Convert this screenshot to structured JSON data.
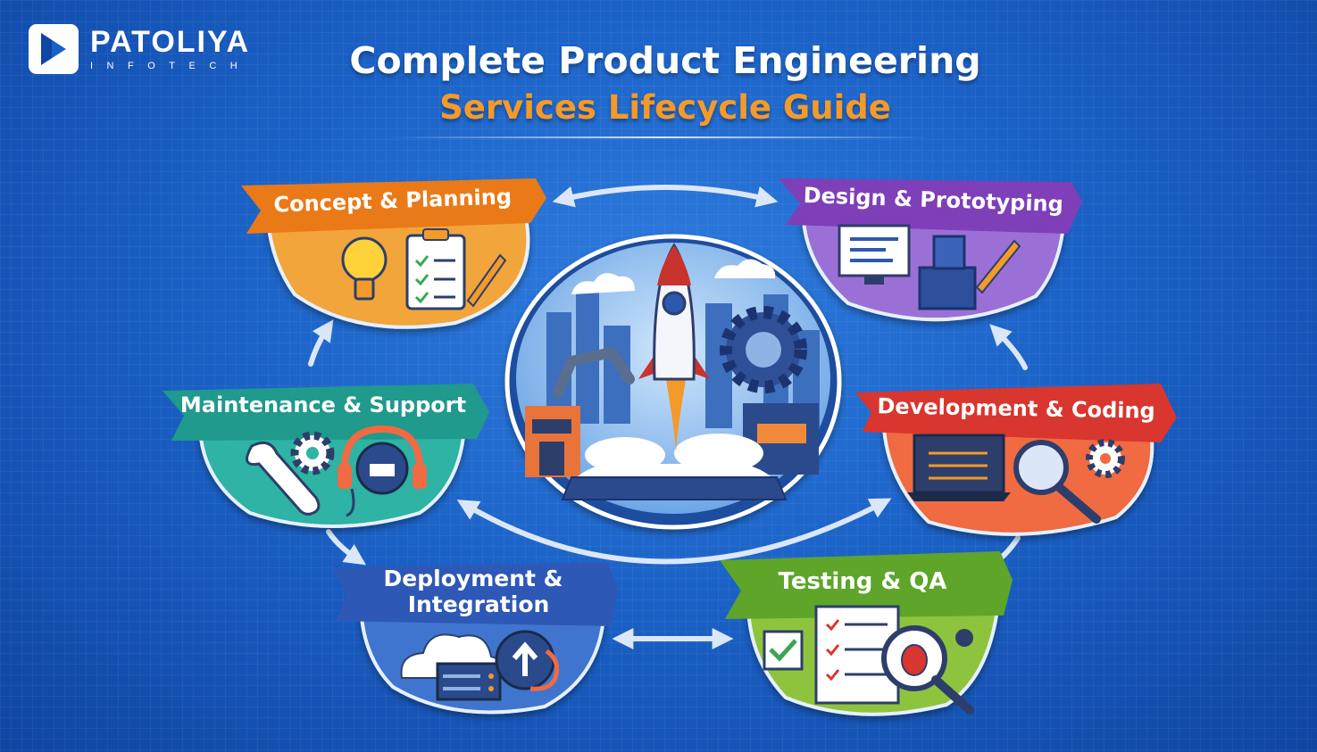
{
  "brand": {
    "name": "PATOLIYA",
    "tagline": "INFOTECH"
  },
  "title": {
    "line1": "Complete Product Engineering",
    "line2": "Services Lifecycle Guide"
  },
  "stages": {
    "concept": {
      "label": "Concept & Planning",
      "color": "#ea7a17"
    },
    "design": {
      "label": "Design & Prototyping",
      "color": "#7e3fb8"
    },
    "development": {
      "label": "Development & Coding",
      "color": "#d8362e"
    },
    "testing": {
      "label": "Testing & QA",
      "color": "#5ea52a"
    },
    "deployment": {
      "label_line1": "Deployment &",
      "label_line2": "Integration",
      "color": "#2e58b6"
    },
    "maintenance": {
      "label": "Maintenance & Support",
      "color": "#1f9a8c"
    }
  },
  "colors": {
    "background": "#1b62c7",
    "title_accent": "#f39a2a",
    "arrow": "#dbe7f8"
  },
  "icons": [
    "logo-mark-icon",
    "lightbulb-icon",
    "clipboard-checklist-icon",
    "pencil-icon",
    "monitor-wireframe-icon",
    "3d-printer-icon",
    "laptop-code-icon",
    "magnifier-icon",
    "gear-icon",
    "rocket-icon",
    "robot-arm-icon",
    "checklist-icon",
    "bug-icon",
    "cloud-icon",
    "server-icon",
    "upload-arrow-icon",
    "wrench-icon",
    "headset-icon"
  ]
}
